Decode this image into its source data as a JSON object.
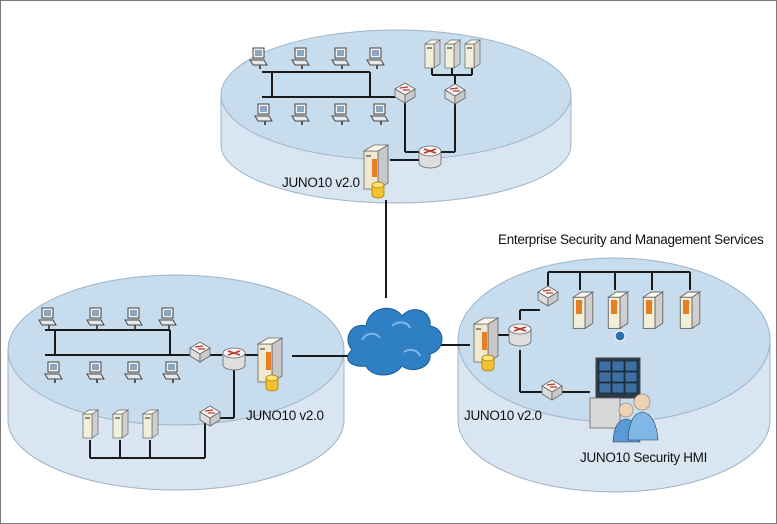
{
  "diagram": {
    "site_top": {
      "gateway_label": "JUNO10 v2.0"
    },
    "site_left": {
      "gateway_label": "JUNO10 v2.0"
    },
    "site_right": {
      "gateway_label": "JUNO10 v2.0",
      "services_title": "Enterprise Security and Management Services",
      "hmi_label": "JUNO10 Security  HMI"
    },
    "colors": {
      "disc_top": "#c7dced",
      "disc_side": "#d9e6f1",
      "cloud": "#2f7fc4",
      "line": "#1a1a1a"
    },
    "icons": [
      "workstation-icon",
      "switch-icon",
      "router-icon",
      "server-icon",
      "gateway-server-icon",
      "cloud-icon",
      "monitor-wall-icon",
      "users-icon"
    ]
  }
}
